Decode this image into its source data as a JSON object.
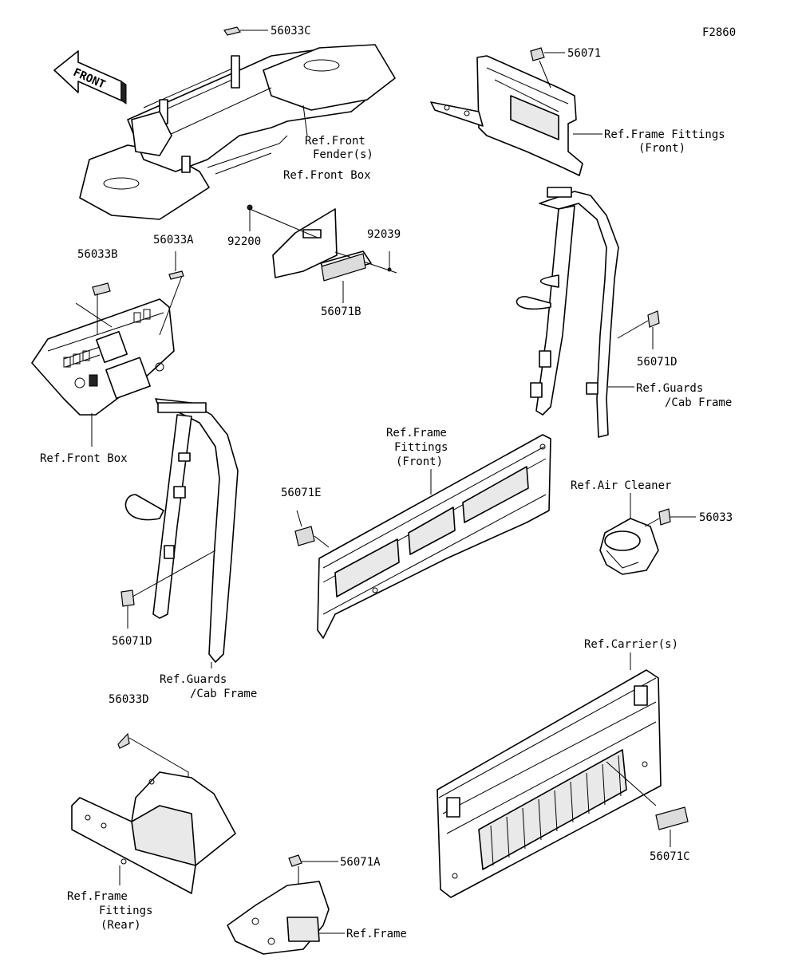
{
  "figure_id": "F2860",
  "front_arrow": "FRONT",
  "labels": {
    "p56033C": "56033C",
    "p56071": "56071",
    "ref_front_fender_1": "Ref.Front",
    "ref_front_fender_2": "Fender(s)",
    "ref_frame_fittings_front_tr_1": "Ref.Frame Fittings",
    "ref_frame_fittings_front_tr_2": "(Front)",
    "ref_front_box_top": "Ref.Front Box",
    "p92200": "92200",
    "p92039": "92039",
    "p56071B": "56071B",
    "p56033B": "56033B",
    "p56033A": "56033A",
    "ref_front_box_left": "Ref.Front Box",
    "p56071D_right": "56071D",
    "ref_guards_right_1": "Ref.Guards",
    "ref_guards_right_2": "/Cab Frame",
    "ref_frame_mid_1": "Ref.Frame",
    "ref_frame_mid_2": "Fittings",
    "ref_frame_mid_3": "(Front)",
    "p56071E": "56071E",
    "ref_air_cleaner": "Ref.Air Cleaner",
    "p56033": "56033",
    "p56071D_left": "56071D",
    "ref_guards_left_1": "Ref.Guards",
    "ref_guards_left_2": "/Cab Frame",
    "ref_carriers": "Ref.Carrier(s)",
    "p56033D": "56033D",
    "p56071C": "56071C",
    "p56071A": "56071A",
    "ref_frame_fittings_rear_1": "Ref.Frame",
    "ref_frame_fittings_rear_2": "Fittings",
    "ref_frame_fittings_rear_3": "(Rear)",
    "ref_frame_bottom": "Ref.Frame"
  }
}
